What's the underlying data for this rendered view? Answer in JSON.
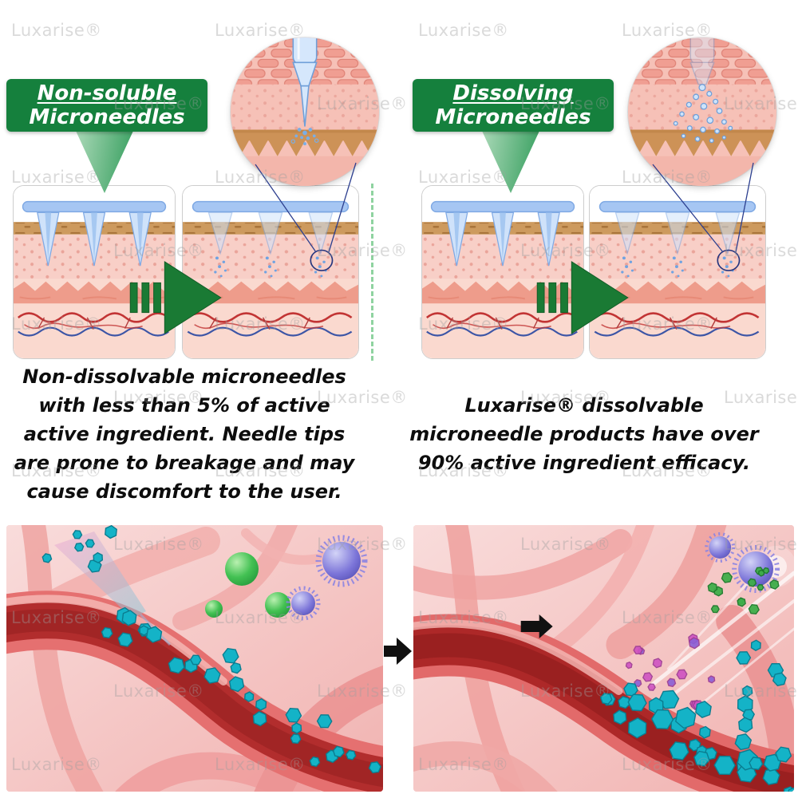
{
  "watermark": {
    "text": "Luxarise®"
  },
  "comparison": {
    "left": {
      "banner": {
        "line1": "Non-soluble",
        "line2": "Microneedles"
      },
      "description": {
        "line1": "Non-dissolvable microneedles",
        "line2": "with less than 5% of active",
        "line3": "active ingredient. Needle tips",
        "line4": "are prone to breakage and may",
        "line5": "cause discomfort to the user."
      }
    },
    "right": {
      "banner": {
        "line1": "Dissolving",
        "line2": "Microneedles"
      },
      "description": {
        "line1": "Luxarise® dissolvable",
        "line2": "microneedle products have over",
        "line3": "90% active ingredient efficacy."
      }
    }
  },
  "colors": {
    "banner_green": "#15803d",
    "pointer_green_light": "#abd9b8",
    "pointer_green_dark": "#2f9b59",
    "arrow_green": "#1a7a34",
    "divider_green": "#8fd3a0",
    "needle_blue": "#cfe2fa",
    "particle_blue": "#6fa3e2",
    "hexagon_teal": "#14b3c7",
    "hexagon_teal_dark": "#0b7d90",
    "magenta": "#cf52c2",
    "violet": "#8a5fd6",
    "green_particle": "#3fae4a",
    "green_particle_dark": "#1d7a2b",
    "text_black": "#0d0d0d"
  }
}
